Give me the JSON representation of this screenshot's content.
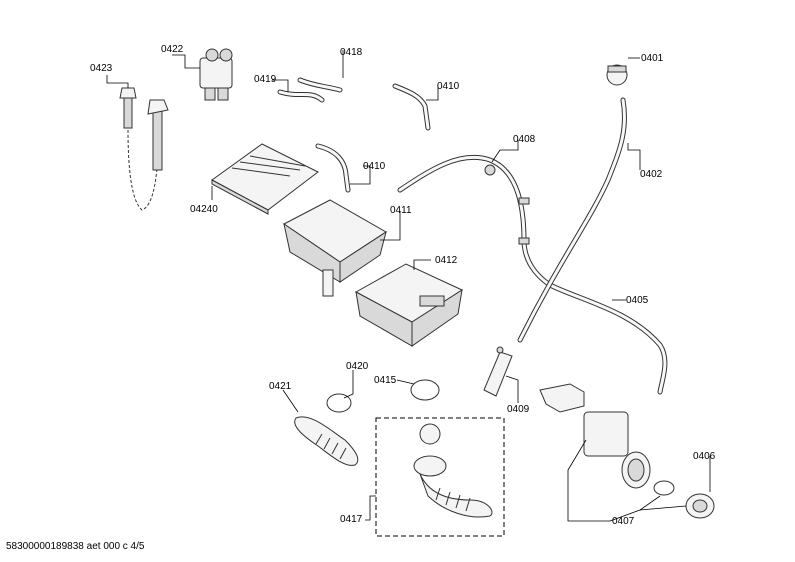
{
  "labels": {
    "l0423": "0423",
    "l0422": "0422",
    "l0419": "0419",
    "l0418": "0418",
    "l0410a": "0410",
    "l0401": "0401",
    "l0408": "0408",
    "l0402": "0402",
    "l0410b": "0410",
    "l04240": "04240",
    "l0411": "0411",
    "l0412": "0412",
    "l0405": "0405",
    "l0420": "0420",
    "l0421": "0421",
    "l0415": "0415",
    "l0409": "0409",
    "l0406": "0406",
    "l0417": "0417",
    "l0407": "0407"
  },
  "footer": "58300000189838 aet 000 c 4/5"
}
